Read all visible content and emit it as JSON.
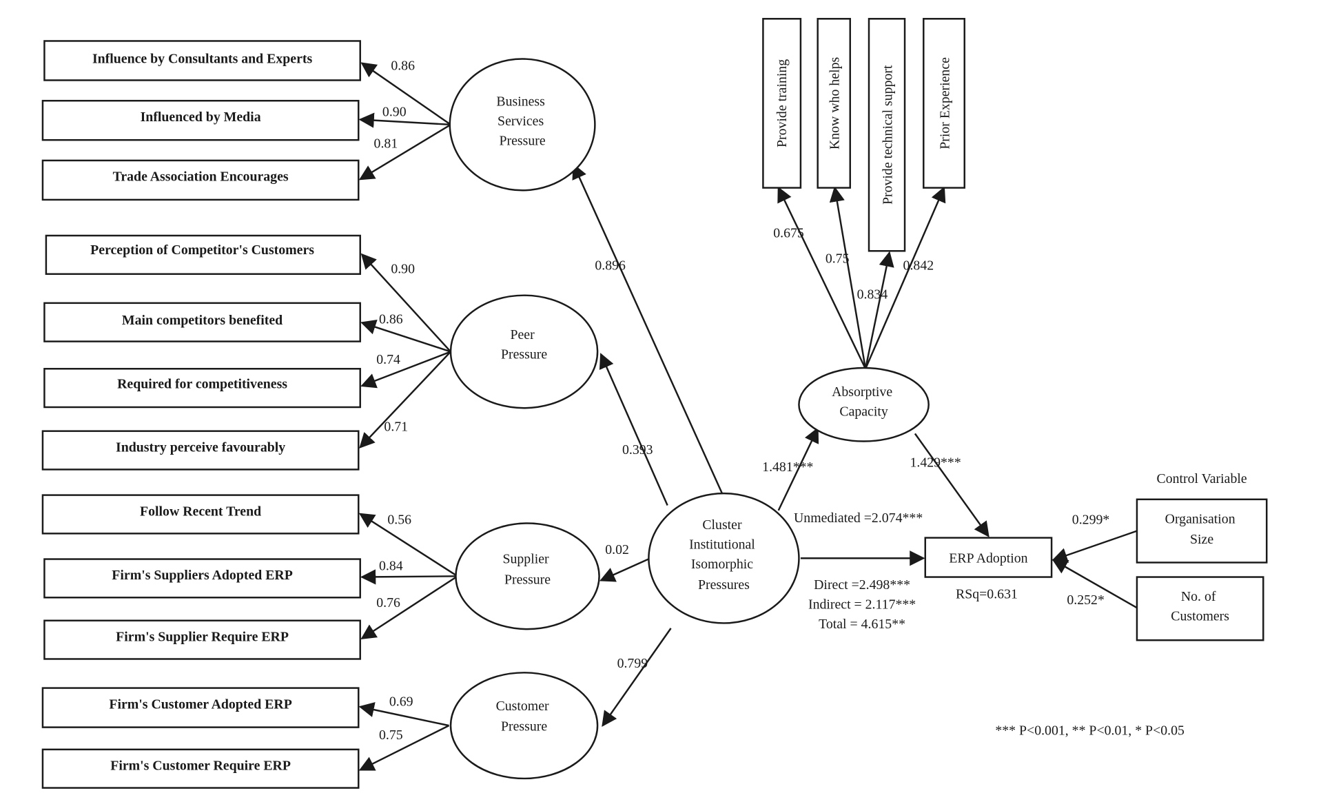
{
  "diagram": {
    "title": "Structural model: Cluster Institutional Isomorphic Pressures and ERP Adoption",
    "constructs": {
      "business_services": {
        "lines": [
          "Business",
          "Services",
          "Pressure"
        ]
      },
      "peer": {
        "lines": [
          "Peer",
          "Pressure"
        ]
      },
      "supplier": {
        "lines": [
          "Supplier",
          "Pressure"
        ]
      },
      "customer": {
        "lines": [
          "Customer",
          "Pressure"
        ]
      },
      "cluster": {
        "lines": [
          "Cluster",
          "Institutional",
          "Isomorphic",
          "Pressures"
        ]
      },
      "absorptive": {
        "lines": [
          "Absorptive",
          "Capacity"
        ]
      }
    },
    "indicators": {
      "business_services": [
        {
          "label": "Influence by Consultants and Experts",
          "loading": "0.86"
        },
        {
          "label": "Influenced by Media",
          "loading": "0.90"
        },
        {
          "label": "Trade Association Encourages",
          "loading": "0.81"
        }
      ],
      "peer": [
        {
          "label": "Perception of Competitor's Customers",
          "loading": "0.90"
        },
        {
          "label": "Main competitors benefited",
          "loading": "0.86"
        },
        {
          "label": "Required for competitiveness",
          "loading": "0.74"
        },
        {
          "label": "Industry perceive favourably",
          "loading": "0.71"
        }
      ],
      "supplier": [
        {
          "label": "Follow Recent Trend",
          "loading": "0.56"
        },
        {
          "label": "Firm's Suppliers Adopted ERP",
          "loading": "0.84"
        },
        {
          "label": "Firm's Supplier Require ERP",
          "loading": "0.76"
        }
      ],
      "customer": [
        {
          "label": "Firm's Customer Adopted ERP",
          "loading": "0.69"
        },
        {
          "label": "Firm's Customer Require ERP",
          "loading": "0.75"
        }
      ],
      "absorptive": [
        {
          "label": "Provide training",
          "loading": "0.675"
        },
        {
          "label": "Know who helps",
          "loading": "0.75"
        },
        {
          "label": "Provide technical support",
          "loading": "0.834"
        },
        {
          "label": "Prior Experience",
          "loading": "0.842"
        }
      ]
    },
    "paths": {
      "cluster_to_business": "0.896",
      "cluster_to_peer": "0.393",
      "cluster_to_supplier": "0.02",
      "cluster_to_customer": "0.799",
      "cluster_to_absorptive": "1.481***",
      "absorptive_to_erp": "1.429***",
      "unmediated": "Unmediated =2.074***",
      "direct": "Direct =2.498***",
      "indirect": "Indirect = 2.117***",
      "total": "Total = 4.615**"
    },
    "outcome": {
      "label": "ERP Adoption",
      "rsq": "RSq=0.631"
    },
    "controls": {
      "heading": "Control Variable",
      "org_size": {
        "lines": [
          "Organisation",
          "Size"
        ],
        "coef": "0.299*"
      },
      "customers": {
        "lines": [
          "No. of",
          "Customers"
        ],
        "coef": "0.252*"
      }
    },
    "legend": "*** P<0.001, ** P<0.01, * P<0.05"
  }
}
